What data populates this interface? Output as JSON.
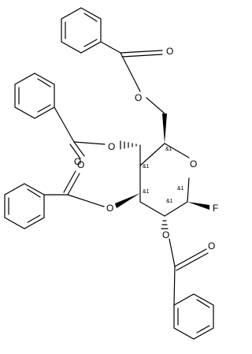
{
  "molecule": {
    "atom_labels": {
      "O_ring": "O",
      "F": "F",
      "O_c2": "O",
      "O_c3": "O",
      "O_c4": "O",
      "O_c6": "O",
      "O_carbonyl_c2": "O",
      "O_carbonyl_c3": "O",
      "O_carbonyl_c4": "O",
      "O_carbonyl_c6": "O"
    },
    "stereo_label": "&1"
  }
}
